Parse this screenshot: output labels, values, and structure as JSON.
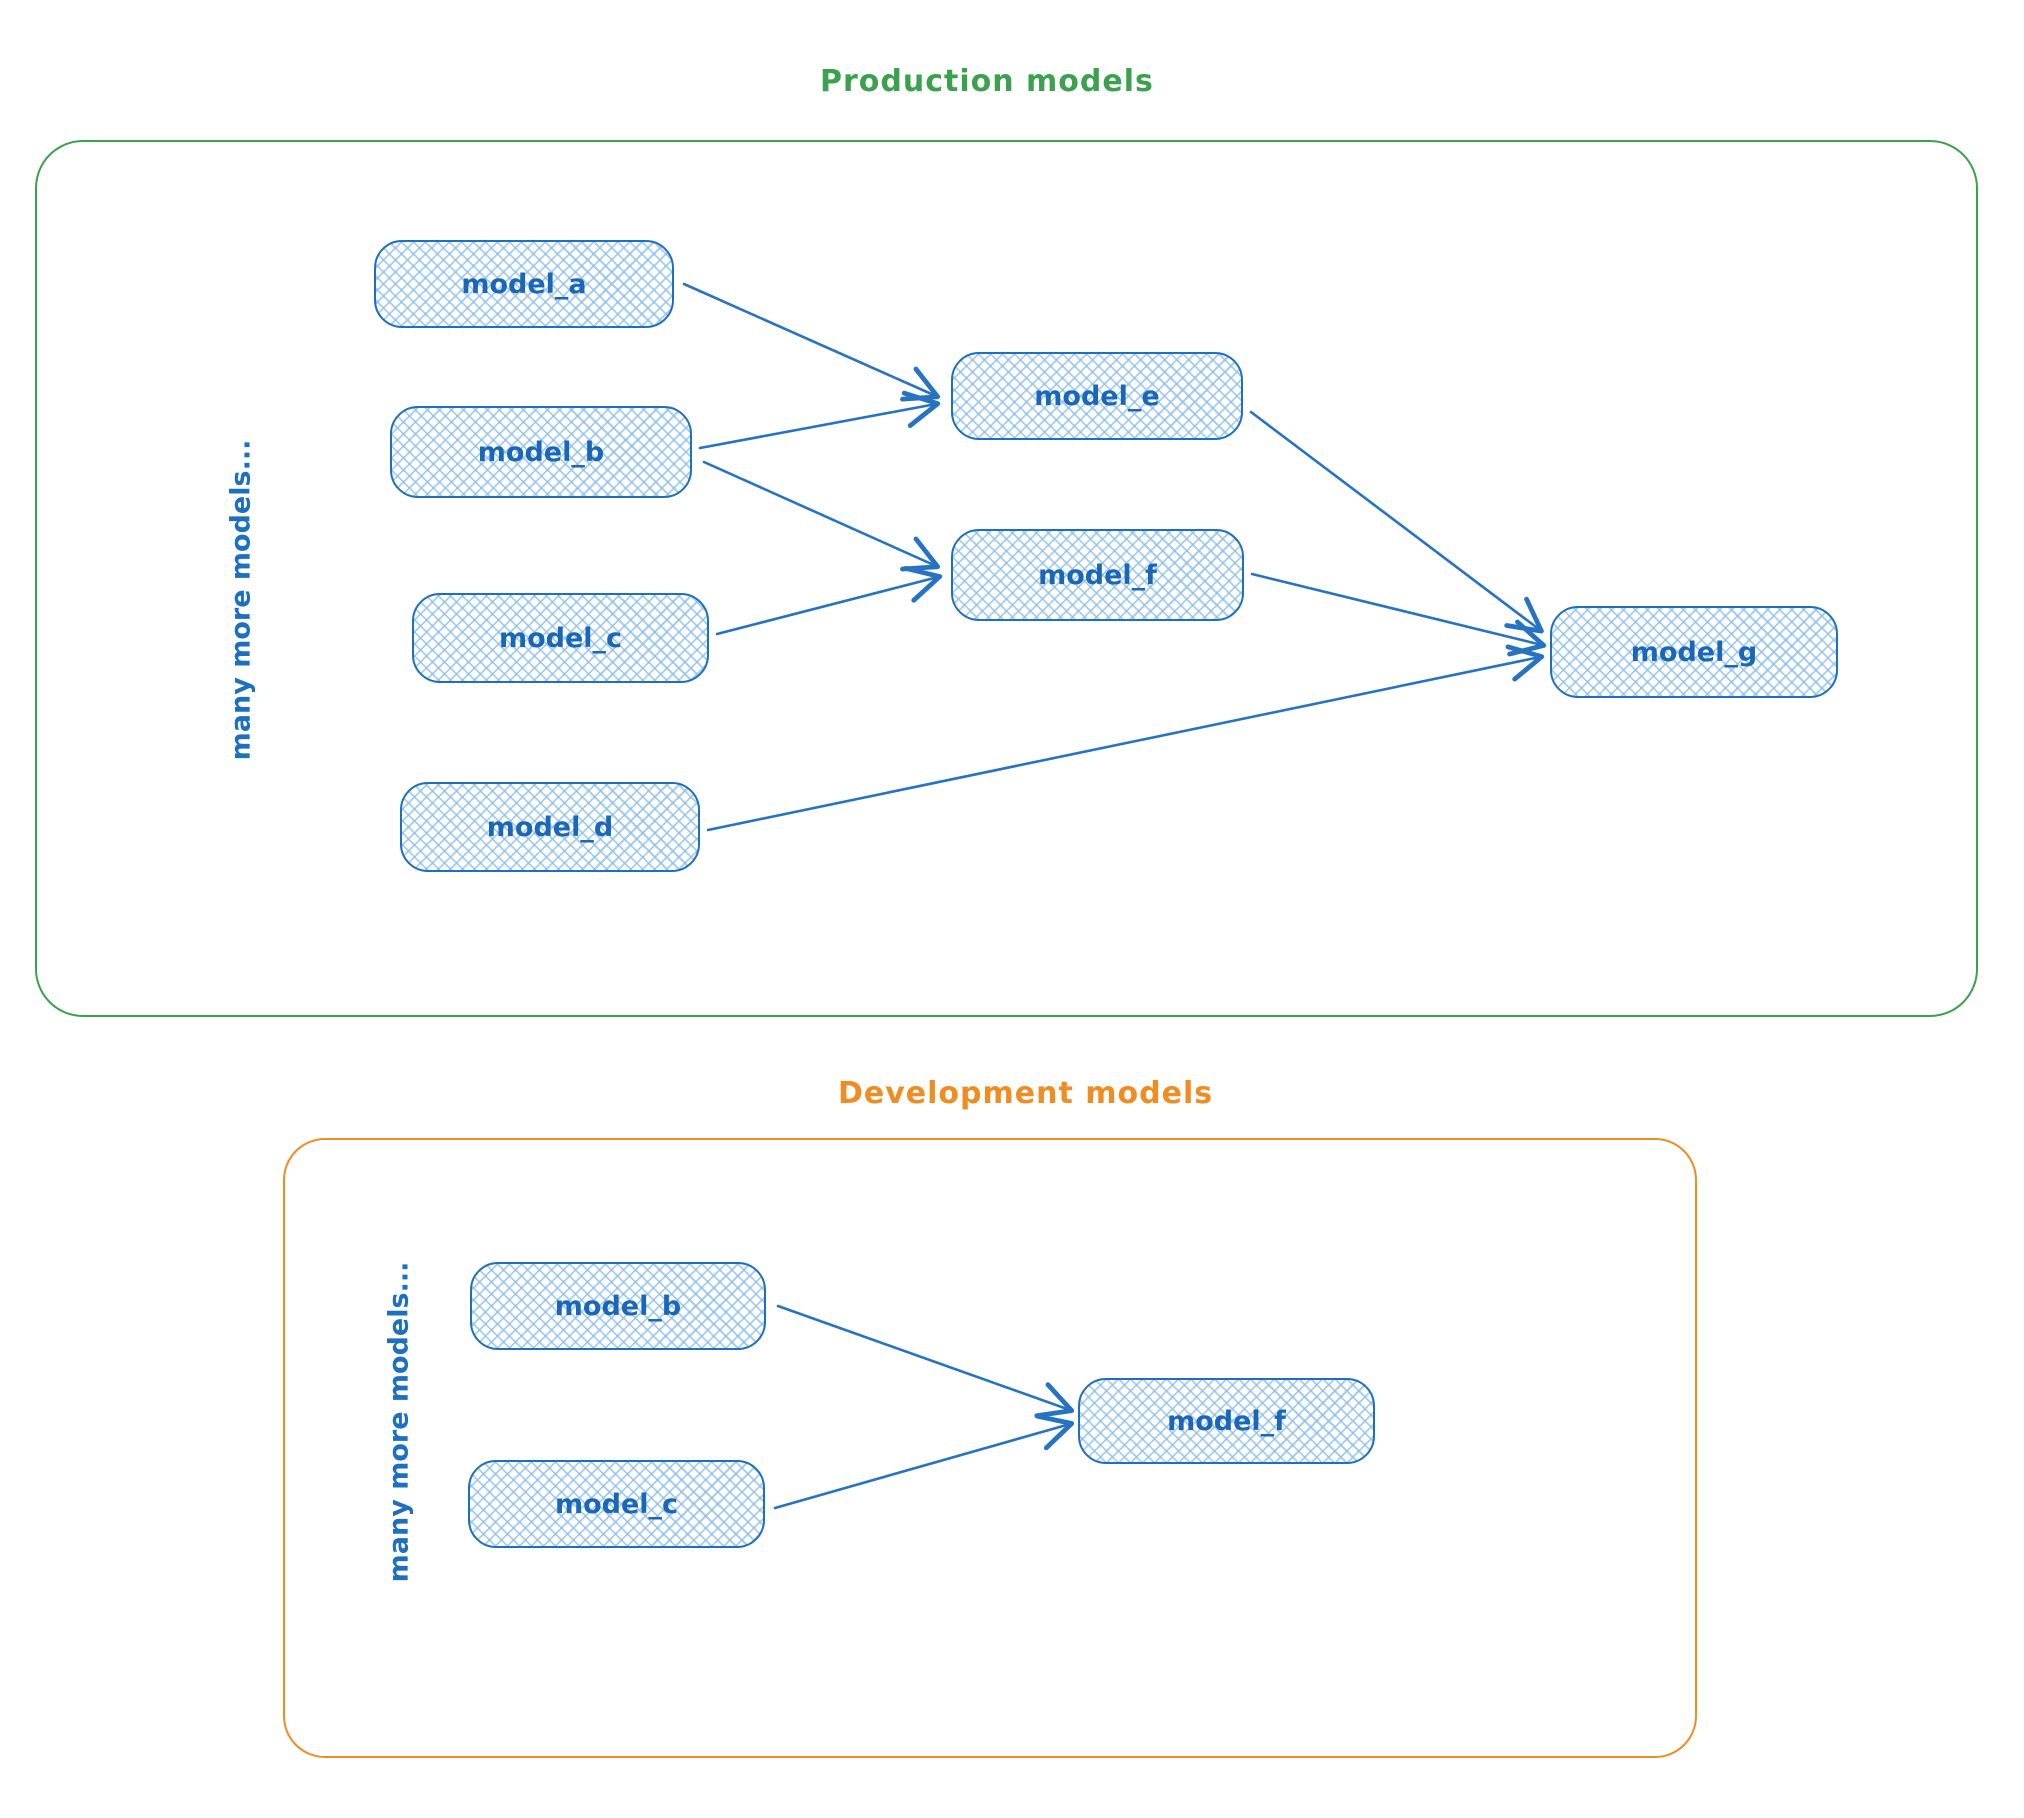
{
  "colors": {
    "node_stroke": "#1d6fc0",
    "node_text": "#1a66b8",
    "node_hatch_fill": "#8abdec",
    "arrow": "#2673c4",
    "production_accent": "#3ba14e",
    "development_accent": "#ef8d22"
  },
  "production": {
    "title": "Production models",
    "side_label": "many more models...",
    "nodes": {
      "model_a": {
        "label": "model_a"
      },
      "model_b": {
        "label": "model_b"
      },
      "model_c": {
        "label": "model_c"
      },
      "model_d": {
        "label": "model_d"
      },
      "model_e": {
        "label": "model_e"
      },
      "model_f": {
        "label": "model_f"
      },
      "model_g": {
        "label": "model_g"
      }
    },
    "edges": [
      {
        "from": "model_a",
        "to": "model_e"
      },
      {
        "from": "model_b",
        "to": "model_e"
      },
      {
        "from": "model_b",
        "to": "model_f"
      },
      {
        "from": "model_c",
        "to": "model_f"
      },
      {
        "from": "model_e",
        "to": "model_g"
      },
      {
        "from": "model_f",
        "to": "model_g"
      },
      {
        "from": "model_d",
        "to": "model_g"
      }
    ]
  },
  "development": {
    "title": "Development models",
    "side_label": "many more models...",
    "nodes": {
      "model_b": {
        "label": "model_b"
      },
      "model_c": {
        "label": "model_c"
      },
      "model_f": {
        "label": "model_f"
      }
    },
    "edges": [
      {
        "from": "model_b",
        "to": "model_f"
      },
      {
        "from": "model_c",
        "to": "model_f"
      }
    ]
  }
}
